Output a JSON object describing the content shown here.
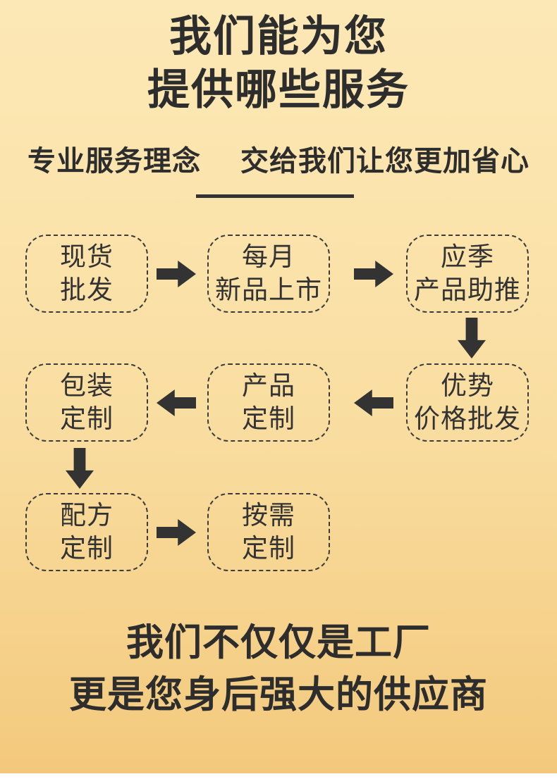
{
  "header": {
    "title_line1": "我们能为您",
    "title_line2": "提供哪些服务",
    "subtitle_left": "专业服务理念",
    "subtitle_right": "交给我们让您更加省心"
  },
  "flow": {
    "nodes": [
      {
        "name": "spot-wholesale",
        "lines": [
          "现货",
          "批发"
        ]
      },
      {
        "name": "monthly-new-products",
        "lines": [
          "每月",
          "新品上市"
        ]
      },
      {
        "name": "seasonal-product-boost",
        "lines": [
          "应季",
          "产品助推"
        ]
      },
      {
        "name": "advantage-price-wholesale",
        "lines": [
          "优势",
          "价格批发"
        ]
      },
      {
        "name": "product-customization",
        "lines": [
          "产品",
          "定制"
        ]
      },
      {
        "name": "packaging-customization",
        "lines": [
          "包装",
          "定制"
        ]
      },
      {
        "name": "formula-customization",
        "lines": [
          "配方",
          "定制"
        ]
      },
      {
        "name": "on-demand-customization",
        "lines": [
          "按需",
          "定制"
        ]
      }
    ],
    "connections": [
      "spot-wholesale -> monthly-new-products",
      "monthly-new-products -> seasonal-product-boost",
      "seasonal-product-boost -> advantage-price-wholesale",
      "advantage-price-wholesale -> product-customization",
      "product-customization -> packaging-customization",
      "packaging-customization -> formula-customization",
      "formula-customization -> on-demand-customization"
    ]
  },
  "footer": {
    "line1": "我们不仅仅是工厂",
    "line2": "更是您身后强大的供应商"
  },
  "colors": {
    "background_top": "#fce8b6",
    "background_bottom": "#f3c87c",
    "text_dark": "#2d2d2d",
    "node_text": "#333333",
    "node_border": "#3b3b3b",
    "arrow": "#333333",
    "divider": "#333333",
    "bottom_strip": "#ffffff"
  }
}
